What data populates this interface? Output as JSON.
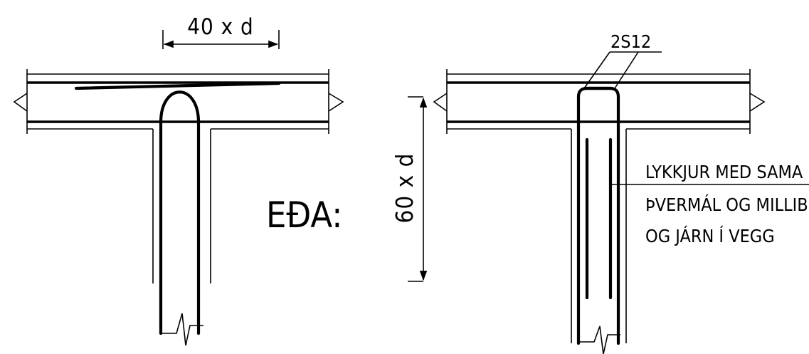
{
  "left_detail": {
    "dimension_label": "40 x d"
  },
  "or_label": "EÐA:",
  "right_detail": {
    "bar_callout": "2S12",
    "dimension_label": "60 x d",
    "note_lines": [
      "LYKKJUR MED SAMA",
      "ÞVERMÁL OG MILLIB",
      "OG JÁRN Í VEGG"
    ]
  },
  "colors": {
    "ink": "#000000",
    "paper": "#ffffff"
  }
}
